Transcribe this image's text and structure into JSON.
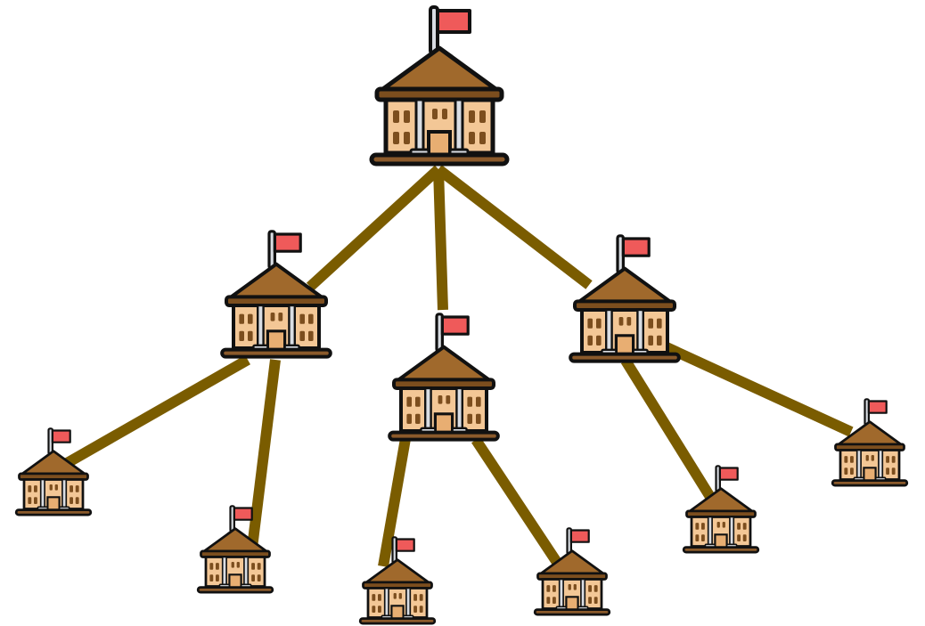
{
  "diagram": {
    "type": "hierarchy-tree",
    "node_icon": "government-building-icon",
    "colors": {
      "edge": "#7a5c00",
      "roof": "#a0692c",
      "roof_dark": "#7c4e1e",
      "wall": "#f3c796",
      "wall_dark": "#e8ae72",
      "window": "#7c4e1e",
      "pillar": "#d9dde3",
      "base": "#8b5a2b",
      "outline": "#111111",
      "flag": "#ef5a5a",
      "pole": "#d9dde3"
    },
    "nodes": [
      {
        "id": "root",
        "level": 0
      },
      {
        "id": "left",
        "level": 1,
        "parent": "root"
      },
      {
        "id": "middle",
        "level": 1,
        "parent": "root"
      },
      {
        "id": "right",
        "level": 1,
        "parent": "root"
      },
      {
        "id": "left-a",
        "level": 2,
        "parent": "left"
      },
      {
        "id": "left-b",
        "level": 2,
        "parent": "left"
      },
      {
        "id": "middle-a",
        "level": 2,
        "parent": "middle"
      },
      {
        "id": "middle-b",
        "level": 2,
        "parent": "middle"
      },
      {
        "id": "right-a",
        "level": 2,
        "parent": "right"
      },
      {
        "id": "right-b",
        "level": 2,
        "parent": "right"
      }
    ]
  }
}
